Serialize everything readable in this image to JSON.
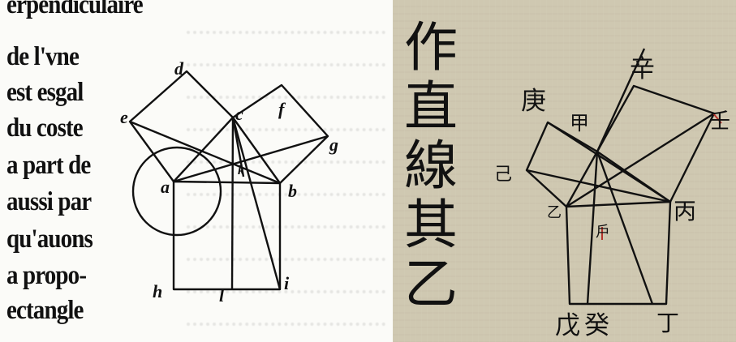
{
  "left_text": {
    "lines": [
      "erpendiculaire a la base, ie",
      "de l'vne",
      "est esgal",
      "du coste",
      "a part de",
      "aussi par",
      "qu'auons",
      "a propo-",
      "ectangle"
    ]
  },
  "left_labels": {
    "d": "d",
    "e": "e",
    "c": "c",
    "f": "f",
    "g": "g",
    "a": "a",
    "b": "b",
    "h": "h",
    "l": "l",
    "i": "i",
    "k": "k"
  },
  "right_text": {
    "columns": [
      "作",
      "直",
      "線",
      "其",
      "乙"
    ]
  },
  "right_labels": {
    "geng": "庚",
    "jia": "甲",
    "ren": "壬",
    "xin": "辛",
    "yi2": "己",
    "yi": "乙",
    "bing": "丙",
    "hu": "戶",
    "wu": "戊",
    "gui": "癸",
    "ding": "丁"
  },
  "colors": {
    "ink": "#111111",
    "paper_left": "#fbfbf8",
    "paper_right": "#cfc8b1"
  }
}
